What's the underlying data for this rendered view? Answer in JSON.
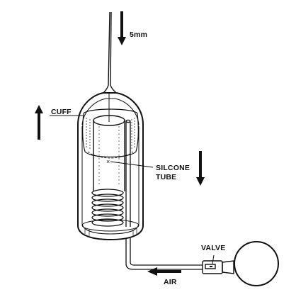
{
  "labels": {
    "displacement": "5mm",
    "cuff": "CUFF",
    "tube_line1": "SILCONE",
    "tube_line2": "TUBE",
    "valve": "VALVE",
    "air": "AIR"
  },
  "colors": {
    "ink": "#111111",
    "background": "#ffffff"
  }
}
